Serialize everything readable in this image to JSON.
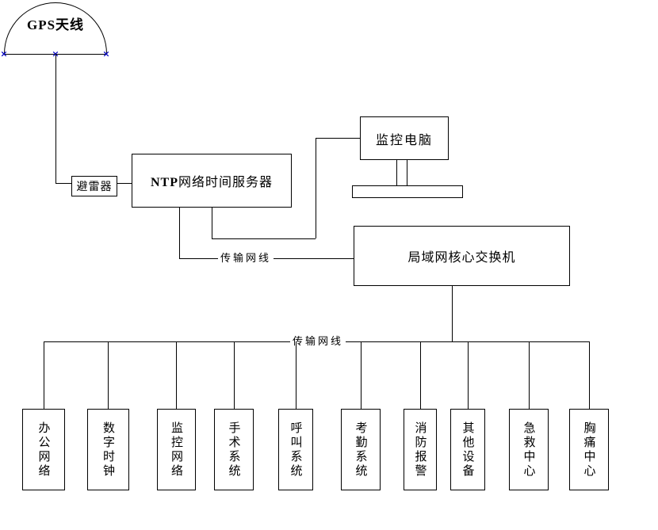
{
  "gps": {
    "label": "GPS天线"
  },
  "arrester": {
    "label": "避雷器"
  },
  "ntp": {
    "label_prefix": "NTP",
    "label_suffix": "网络时间服务器"
  },
  "monitor": {
    "label": "监控电脑"
  },
  "core_switch": {
    "label": "局域网核心交换机"
  },
  "wires": {
    "ntp_to_switch_label": "传输网线",
    "bus_label": "传输网线"
  },
  "markers": {
    "glyph": "×",
    "color": "#0000c0"
  },
  "colors": {
    "wire": "#000000",
    "box_border": "#000000",
    "text": "#000000",
    "background": "#ffffff"
  },
  "endpoints": [
    {
      "label": "办公网络"
    },
    {
      "label": "数字时钟"
    },
    {
      "label": "监控网络"
    },
    {
      "label": "手术系统"
    },
    {
      "label": "呼叫系统"
    },
    {
      "label": "考勤系统"
    },
    {
      "label": "消防报警"
    },
    {
      "label": "其他设备"
    },
    {
      "label": "急救中心"
    },
    {
      "label": "胸痛中心"
    }
  ]
}
